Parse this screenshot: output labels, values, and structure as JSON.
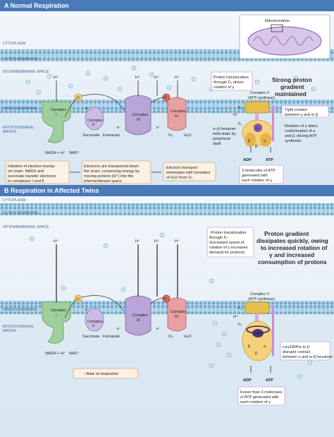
{
  "panel_a": {
    "title": "A  Normal Respiration",
    "inset_label": "Mitochondrion",
    "zones": {
      "cytoplasm": "CYTOPLASM",
      "outer": "OUTER MEMBRANE",
      "inter": "INTERMEMBRANE SPACE",
      "inner": "INNER MEMBRANE",
      "matrix1": "MITOCHONDRIAL",
      "matrix2": "MATRIX"
    },
    "complexes": {
      "c1": "Complex",
      "c1n": "I",
      "c2": "Complex",
      "c2n": "II",
      "c3": "Complex",
      "c3n": "III",
      "c4": "Complex",
      "c4n": "IV",
      "c5a": "Complex V",
      "c5b": "(ATP synthase)"
    },
    "species": {
      "hplus": "H⁺",
      "q": "Q",
      "c": "C",
      "e": "e⁻",
      "nadh": "NADH + H⁺",
      "nad": "NAD⁺",
      "succ": "Succinate",
      "fum": "Fumarate",
      "o2": "O₂",
      "h2o": "H₂O",
      "f0": "F₀",
      "f1": "F₁",
      "gamma": "γ",
      "alpha": "α",
      "beta": "β",
      "adp": "ADP",
      "atp": "ATP"
    },
    "headline1": "Strong proton",
    "headline2": "gradient",
    "headline3": "maintained",
    "notes": {
      "proton1": "Proton translocation",
      "proton2": "through F₀ drives",
      "proton3": "rotation of γ",
      "hex1": "α–β hexamer",
      "hex2": "held static by",
      "hex3": "peripheral",
      "hex4": "stalk",
      "tight1": "Tight contact",
      "tight2": "between γ and α–β",
      "rot1": "Rotation of γ alters",
      "rot2": "conformation of α",
      "rot3": "and β, driving ATP",
      "rot4": "synthesis",
      "atp1": "3 molecules of ATP",
      "atp2": "generated with",
      "atp3": "each rotation of γ"
    },
    "flow": {
      "b1l1": "Initiation of electron-transp-",
      "b1l2": "ort chain: NADH and",
      "b1l3": "succinate transfer electrons",
      "b1l4": "to complexes I and II",
      "b2l1": "Electrons are transported down",
      "b2l2": "the chain, conserving energy by",
      "b2l3": "moving protons (H⁺) into the",
      "b2l4": "intermembrane space",
      "b3l1": "Electron transport",
      "b3l2": "terminates with formation",
      "b3l3": "of H₂O from O₂"
    }
  },
  "panel_b": {
    "title": "B  Respiration in Affected Twins",
    "headline1": "Proton gradient",
    "headline2": "dissipates quickly, owing",
    "headline3": "to increased rotation of",
    "headline4": "γ and increased",
    "headline5": "consumption of protons",
    "notes": {
      "proton1": "↑Proton translocation",
      "proton2": "through F₀",
      "proton3": "(increased speed of",
      "proton4": "rotation of γ increases",
      "proton5": "demand for protons)",
      "leu1": "Leu335Pro in β",
      "leu2": "disrupts contact",
      "leu3": "between γ and α–β hexamer",
      "rate": "↑ Rate of respiration",
      "fewer1": "Fewer than 3 molecules",
      "fewer2": "of ATP generated with",
      "fewer3": "each rotation of γ"
    }
  },
  "colors": {
    "membrane": "#9ecadf",
    "matrix": "#cfe3ef",
    "complex_green": "#9fcf9c",
    "complex_purple": "#b9a5d8",
    "complex_red": "#e8a0a0",
    "atp_yellow": "#f5d27a",
    "title_bar": "#4a79b8"
  }
}
